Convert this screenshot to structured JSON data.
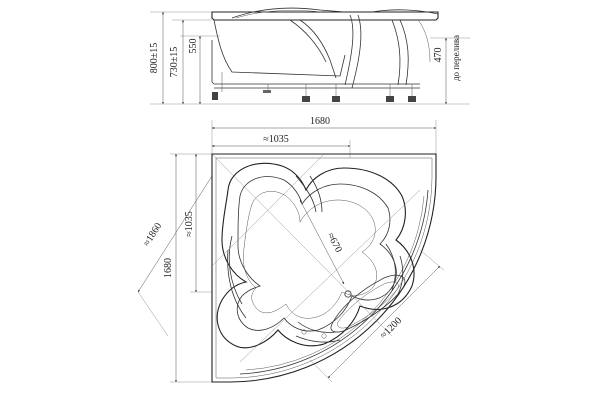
{
  "side_view": {
    "dims": {
      "total_height": "800±15",
      "rim_height": "730±15",
      "inner_depth": "550",
      "overflow_height": "470",
      "overflow_note": "до перелива"
    }
  },
  "top_view": {
    "dims": {
      "width": "1680",
      "depth": "1680",
      "inner_width": "≈1035",
      "inner_depth": "≈1035",
      "diagonal": "≈1860",
      "inner_diameter": "≈670",
      "front_width": "≈1200"
    }
  },
  "colors": {
    "line": "#333333",
    "background": "#ffffff"
  }
}
